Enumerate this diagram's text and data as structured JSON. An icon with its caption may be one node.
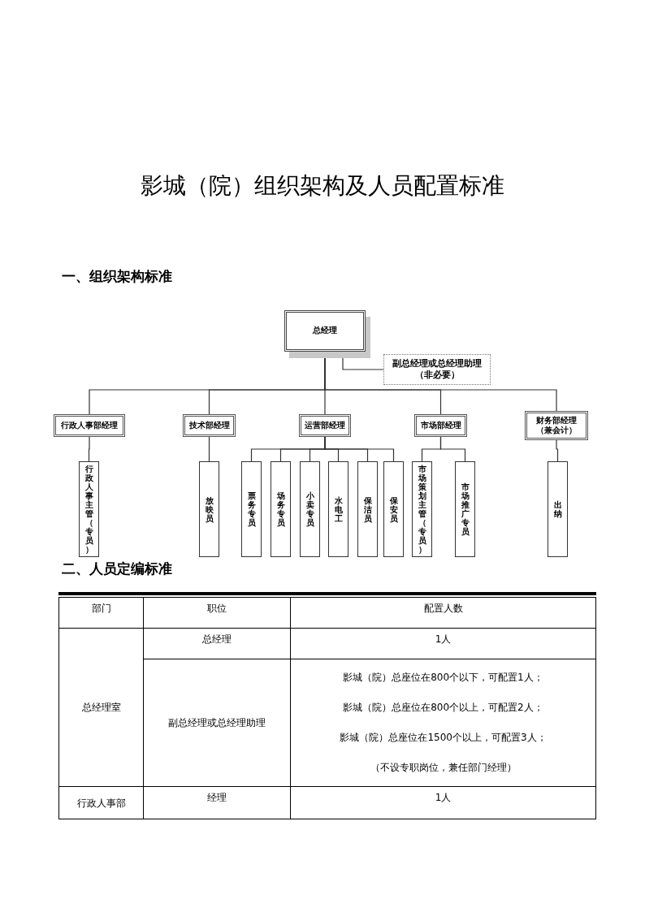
{
  "diagram": {
    "title": "影城（院）组织架构及人员配置标准",
    "nodes": [
      {
        "text": [
          "总经理"
        ]
      },
      {
        "text": [
          "副总经理或总经理助理",
          "（非必要）"
        ]
      },
      {
        "text": [
          "行政人事部经理"
        ]
      },
      {
        "text": [
          "技术部经理"
        ]
      },
      {
        "text": [
          "运营部经理"
        ]
      },
      {
        "text": [
          "市场部经理"
        ]
      },
      {
        "text": [
          "财务部经理",
          "（兼会计）"
        ]
      },
      {
        "text": [
          "行政人事主管（专员）"
        ]
      },
      {
        "text": [
          "放映员"
        ]
      },
      {
        "text": [
          "票务专员"
        ]
      },
      {
        "text": [
          "场务专员"
        ]
      },
      {
        "text": [
          "小卖专员"
        ]
      },
      {
        "text": [
          "水电工"
        ]
      },
      {
        "text": [
          "保洁员"
        ]
      },
      {
        "text": [
          "保安员"
        ]
      },
      {
        "text": [
          "市场策划主管（专员）"
        ]
      },
      {
        "text": [
          "市场推广专员"
        ]
      },
      {
        "text": [
          "出纳"
        ]
      }
    ],
    "edges": [
      {
        "from": 0,
        "to": 1,
        "arrow": "none"
      },
      {
        "from": 0,
        "to": 2,
        "arrow": "none"
      },
      {
        "from": 0,
        "to": 3,
        "arrow": "none"
      },
      {
        "from": 0,
        "to": 4,
        "arrow": "none"
      },
      {
        "from": 0,
        "to": 5,
        "arrow": "none"
      },
      {
        "from": 0,
        "to": 6,
        "arrow": "none"
      },
      {
        "from": 2,
        "to": 7,
        "arrow": "none"
      },
      {
        "from": 3,
        "to": 8,
        "arrow": "none"
      },
      {
        "from": 4,
        "to": 9,
        "arrow": "none"
      },
      {
        "from": 4,
        "to": 10,
        "arrow": "none"
      },
      {
        "from": 4,
        "to": 11,
        "arrow": "none"
      },
      {
        "from": 4,
        "to": 12,
        "arrow": "none"
      },
      {
        "from": 4,
        "to": 13,
        "arrow": "none"
      },
      {
        "from": 4,
        "to": 14,
        "arrow": "none"
      },
      {
        "from": 5,
        "to": 15,
        "arrow": "none"
      },
      {
        "from": 5,
        "to": 16,
        "arrow": "none"
      },
      {
        "from": 6,
        "to": 17,
        "arrow": "none"
      }
    ],
    "labels": [
      "一、组织架构标准",
      "二、人员定编标准",
      "部门",
      "职位",
      "配置人数",
      "总经理室",
      "总经理",
      "1人",
      "副总经理或总经理助理",
      "影城（院）总座位在800个以下，可配置1人；",
      "影城（院）总座位在800个以上，可配置2人；",
      "影城（院）总座位在1500个以上，可配置3人；",
      "（不设专职岗位，兼任部门经理）",
      "行政人事部",
      "经理",
      "1人"
    ]
  }
}
